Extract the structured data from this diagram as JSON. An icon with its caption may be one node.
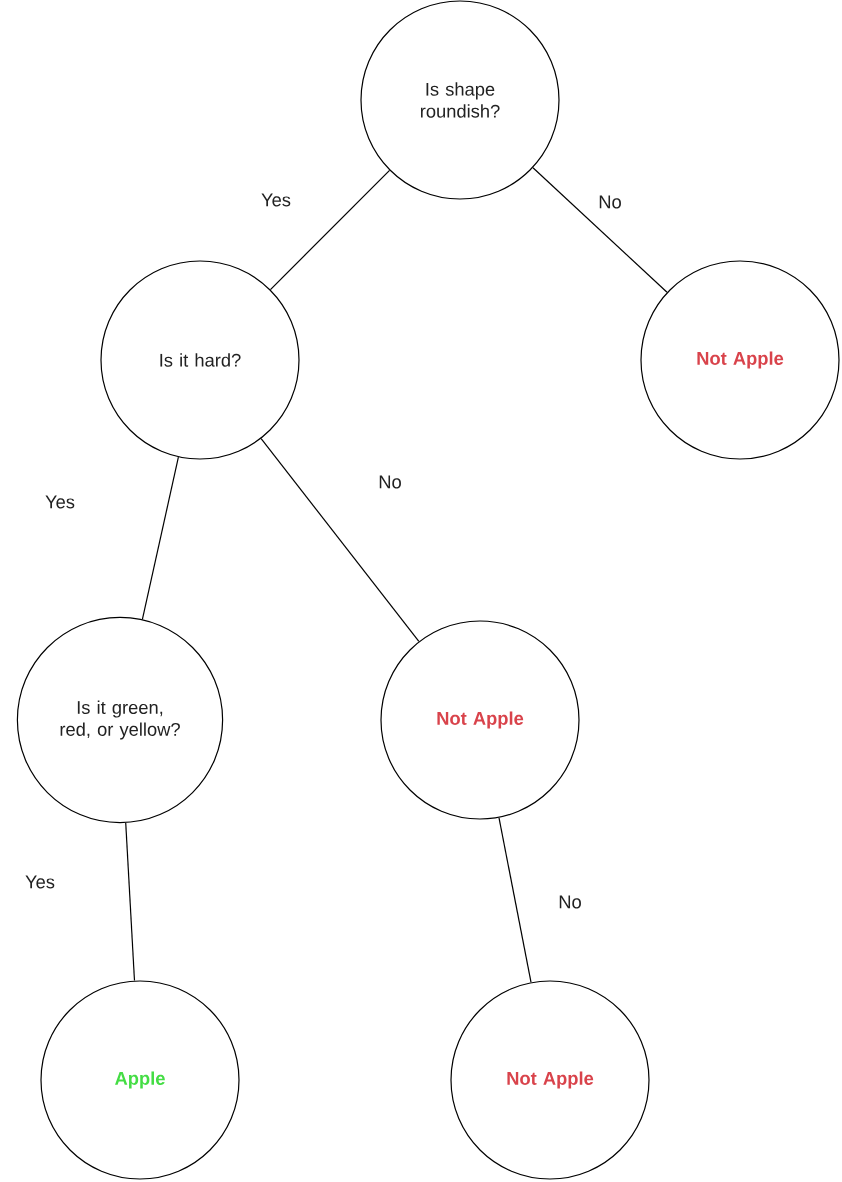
{
  "diagram": {
    "nodes": [
      {
        "text": [
          "Is shape roundish?"
        ]
      },
      {
        "text": [
          "Is it hard?"
        ]
      },
      {
        "text": [
          "Not Apple"
        ]
      },
      {
        "text": [
          "Is it green, red, or yellow?"
        ]
      },
      {
        "text": [
          "Not Apple"
        ]
      },
      {
        "text": [
          "Apple"
        ]
      },
      {
        "text": [
          "Not Apple"
        ]
      }
    ],
    "edges": [
      {
        "from": 0,
        "to": 1,
        "arrow": "none",
        "label": "Yes"
      },
      {
        "from": 0,
        "to": 2,
        "arrow": "none",
        "label": "No"
      },
      {
        "from": 1,
        "to": 3,
        "arrow": "none",
        "label": "Yes"
      },
      {
        "from": 1,
        "to": 4,
        "arrow": "none",
        "label": "No"
      },
      {
        "from": 3,
        "to": 5,
        "arrow": "none",
        "label": "Yes"
      },
      {
        "from": 4,
        "to": 6,
        "arrow": "none",
        "label": "No"
      }
    ]
  }
}
